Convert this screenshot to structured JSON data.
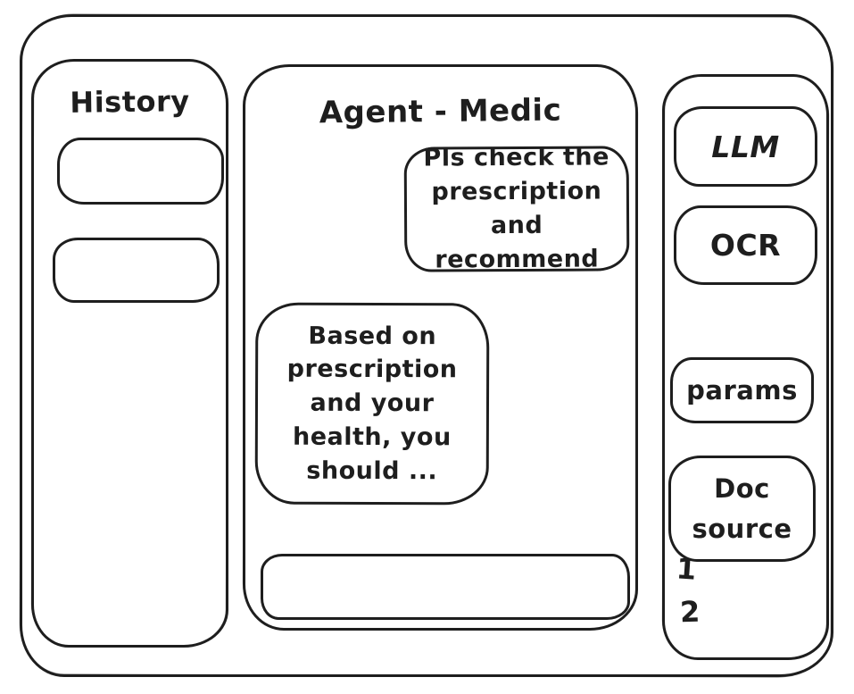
{
  "app": {
    "title": "Agent - Medic"
  },
  "history": {
    "title": "History",
    "items": [
      "",
      ""
    ]
  },
  "chat": {
    "messages": [
      {
        "role": "user",
        "text": "Pls check the prescription and recommend"
      },
      {
        "role": "assistant",
        "text": "Based on prescription and your health, you should ..."
      }
    ],
    "input": {
      "value": "",
      "placeholder": ""
    }
  },
  "tools": {
    "buttons": [
      {
        "id": "llm",
        "label": "LLM"
      },
      {
        "id": "ocr",
        "label": "OCR"
      },
      {
        "id": "params",
        "label": "params"
      },
      {
        "id": "doc-source",
        "label": "Doc source"
      }
    ],
    "doc_list": [
      "1",
      "2"
    ]
  },
  "colors": {
    "stroke": "#1e1e1e",
    "background": "#ffffff"
  }
}
